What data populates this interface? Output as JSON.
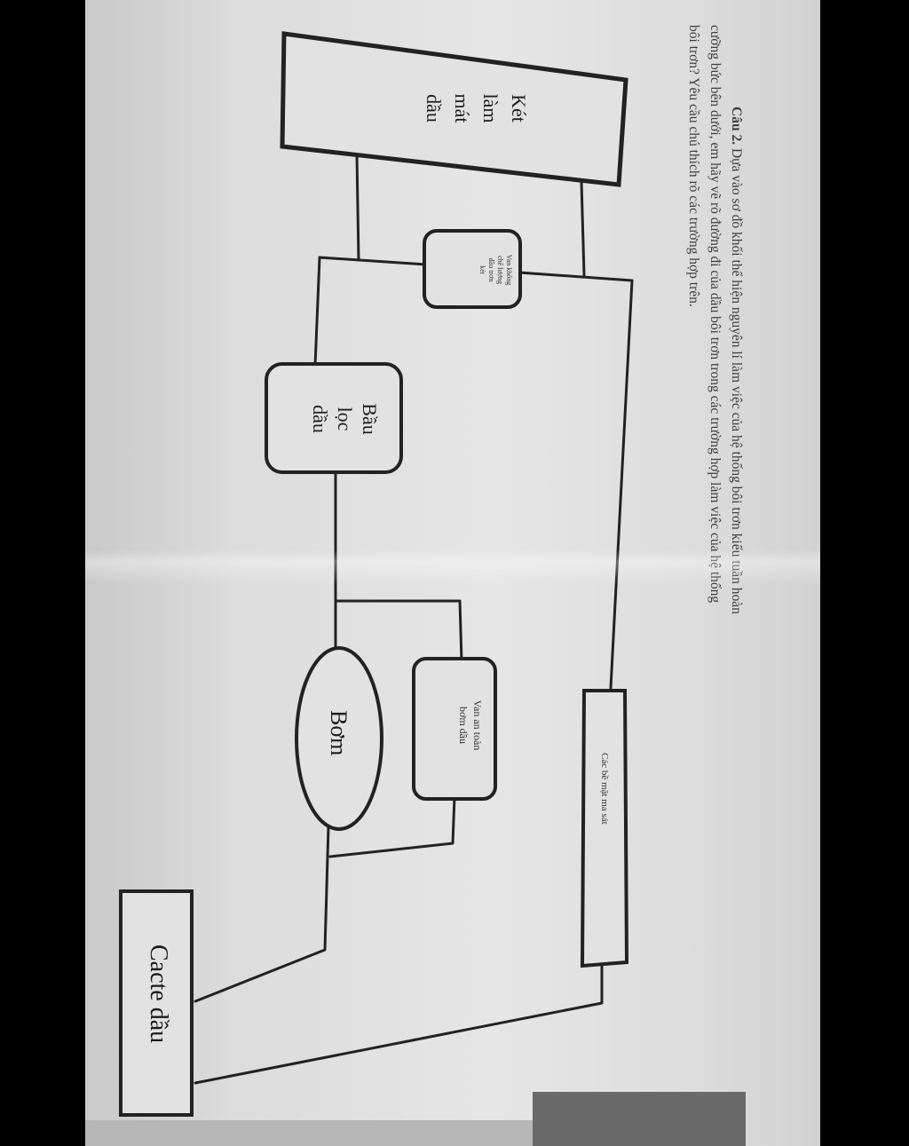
{
  "question": {
    "number": "Câu 2.",
    "line1": "Dựa vào sơ đồ khối thể hiện nguyên lí làm việc của hệ thống bôi trơn kiểu tuần hoàn",
    "line2": "cưỡng bức bên dưới, em hãy vẽ rõ đường đi của dầu bôi trơn trong các trường hợp làm việc của hệ thống",
    "line3": "bôi trơn? Yêu cầu chú thích rõ các trường hợp trên."
  },
  "blocks": {
    "radiator": [
      "Két",
      "làm",
      "mát",
      "dầu"
    ],
    "bypass_valve": [
      "Van khống",
      "chế lượng",
      "dầu trơn",
      "két"
    ],
    "filter": [
      "Bầu",
      "lọc",
      "dầu"
    ],
    "safety_valve": [
      "Van an toàn",
      "bơm dầu"
    ],
    "pump": "Bơm",
    "friction_surfaces": "Các bề mặt ma sát",
    "oil_pan": "Cacte dầu"
  },
  "colors": {
    "line": "#222222",
    "box_fill": "#e2e2e2",
    "paper": "#e4e4e4"
  }
}
